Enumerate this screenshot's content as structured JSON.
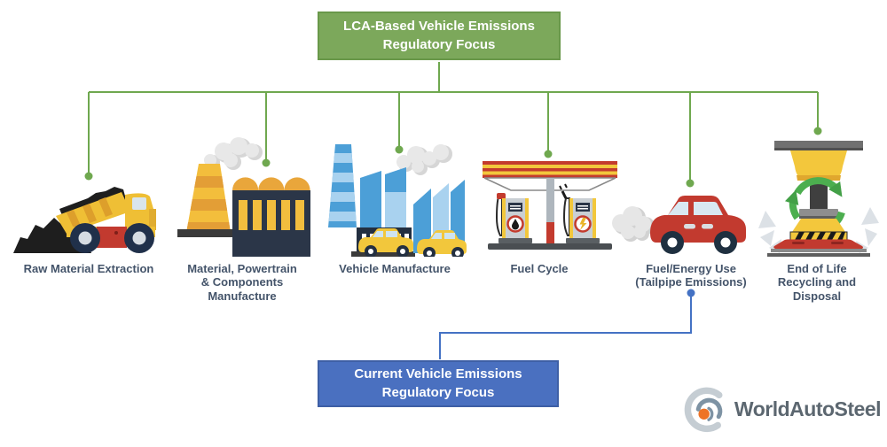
{
  "title_box": {
    "label": "LCA-Based Vehicle Emissions\nRegulatory Focus"
  },
  "current_box": {
    "label": "Current Vehicle Emissions\nRegulatory Focus"
  },
  "stages": [
    {
      "label": "Raw Material Extraction",
      "icon": "dump-truck-coal-icon"
    },
    {
      "label": "Material, Powertrain\n& Components\nManufacture",
      "icon": "components-factory-icon"
    },
    {
      "label": "Vehicle Manufacture",
      "icon": "vehicle-factory-icon"
    },
    {
      "label": "Fuel Cycle",
      "icon": "fuel-station-icon"
    },
    {
      "label": "Fuel/Energy Use\n(Tailpipe Emissions)",
      "icon": "car-tailpipe-emissions-icon"
    },
    {
      "label": "End of Life\nRecycling and\nDisposal",
      "icon": "car-crusher-recycle-icon"
    }
  ],
  "logo": {
    "text": "WorldAutoSteel"
  },
  "colors": {
    "lca_box_fill": "#7CA85B",
    "lca_box_border": "#69984A",
    "green_connector": "#6FA84F",
    "current_box_fill": "#4A70C0",
    "current_box_border": "#3E5FA5",
    "blue_connector": "#4472C4",
    "label_text": "#44546A",
    "logo_orange": "#EE7326",
    "logo_light_gray": "#C5CDD3",
    "logo_slate": "#7E93A4",
    "logo_text": "#5C6770"
  }
}
